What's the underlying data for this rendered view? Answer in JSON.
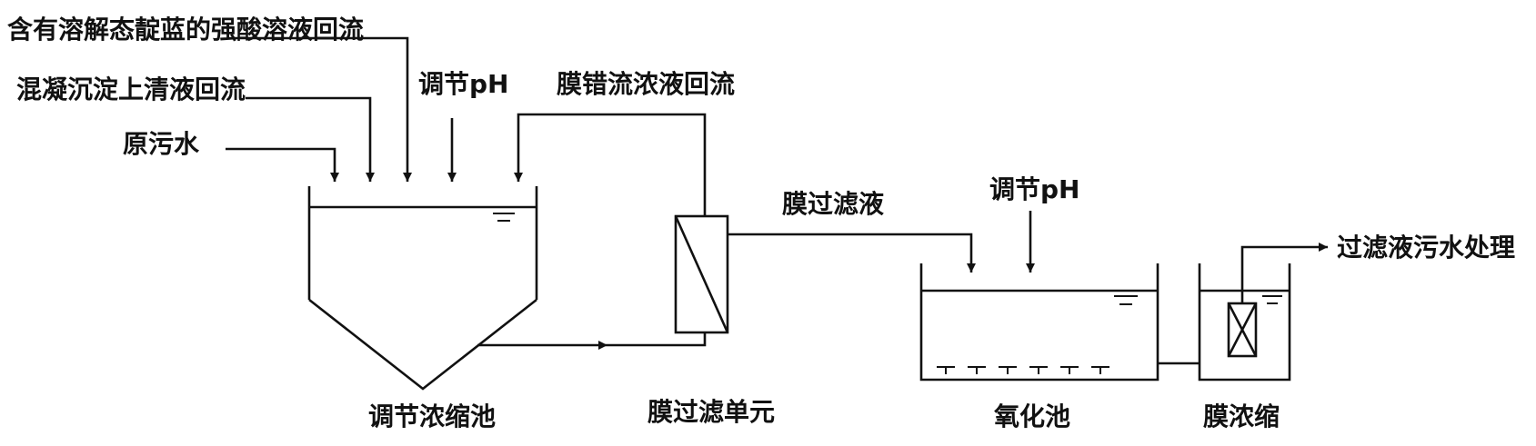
{
  "labels": {
    "acid_return": "含有溶解态靛蓝的强酸溶液回流",
    "coag_return": "混凝沉淀上清液回流",
    "raw_water": "原污水",
    "adjust_ph_1": "调节pH",
    "membrane_cross_return": "膜错流浓液回流",
    "membrane_filtrate": "膜过滤液",
    "adjust_ph_2": "调节pH",
    "filtrate_treatment": "过滤液污水处理",
    "tank_regulating": "调节浓缩池",
    "membrane_unit": "膜过滤单元",
    "oxidation_tank": "氧化池",
    "membrane_concentration": "膜浓缩"
  }
}
